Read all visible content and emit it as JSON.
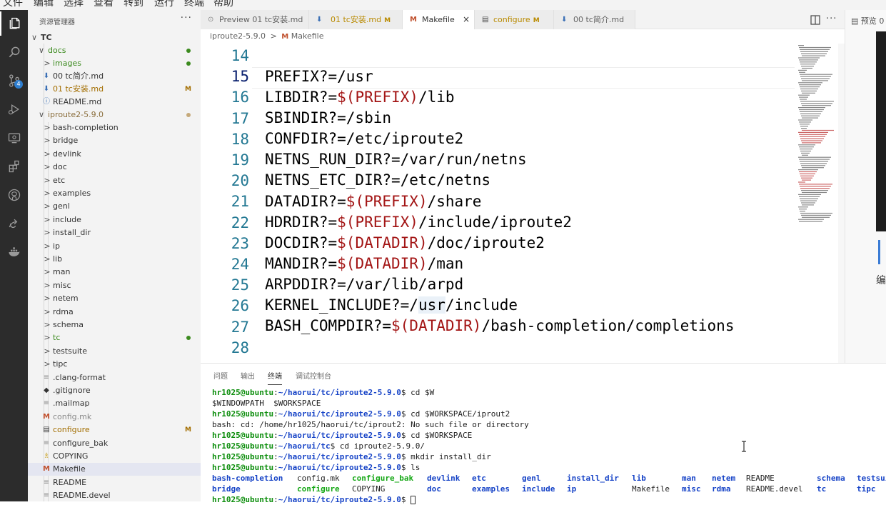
{
  "menu": [
    "文件",
    "编辑",
    "选择",
    "查看",
    "转到",
    "运行",
    "终端",
    "帮助"
  ],
  "activity": {
    "scm_badge": "4"
  },
  "sidebar": {
    "title": "资源管理器",
    "more": "···",
    "root": "TC",
    "docs": "docs",
    "images": "images",
    "file_intro": "00 tc简介.md",
    "file_install": "01 tc安装.md",
    "file_install_mod": "M",
    "file_readme": "README.md",
    "iproute": "iproute2-5.9.0",
    "folders": [
      "bash-completion",
      "bridge",
      "devlink",
      "doc",
      "etc",
      "examples",
      "genl",
      "include",
      "install_dir",
      "ip",
      "lib",
      "man",
      "misc",
      "netem",
      "rdma",
      "schema",
      "tc",
      "testsuite",
      "tipc"
    ],
    "clang_format": ".clang-format",
    "gitignore": ".gitignore",
    "mailmap": ".mailmap",
    "config_mk": "config.mk",
    "configure": "configure",
    "configure_mod": "M",
    "configure_bak": "configure_bak",
    "copying": "COPYING",
    "makefile": "Makefile",
    "readme": "README",
    "readme_devel": "README.devel"
  },
  "tabs": {
    "t1": "Preview 01 tc安装.md",
    "t2": "01 tc安装.md",
    "t2_mod": "M",
    "t3": "Makefile",
    "t3_close": "×",
    "t4": "configure",
    "t4_mod": "M",
    "t5": "00 tc简介.md"
  },
  "breadcrumb": {
    "folder": "iproute2-5.9.0",
    "sep": ">",
    "file": "Makefile"
  },
  "editor": {
    "line_numbers": [
      "14",
      "15",
      "16",
      "17",
      "18",
      "19",
      "20",
      "21",
      "22",
      "23",
      "24",
      "25",
      "26",
      "27",
      "28"
    ],
    "l15": "PREFIX?=/usr",
    "l16a": "LIBDIR?=",
    "l16v": "$(PREFIX)",
    "l16b": "/lib",
    "l17": "SBINDIR?=/sbin",
    "l18": "CONFDIR?=/etc/iproute2",
    "l19": "NETNS_RUN_DIR?=/var/run/netns",
    "l20": "NETNS_ETC_DIR?=/etc/netns",
    "l21a": "DATADIR?=",
    "l21v": "$(PREFIX)",
    "l21b": "/share",
    "l22a": "HDRDIR?=",
    "l22v": "$(PREFIX)",
    "l22b": "/include/iproute2",
    "l23a": "DOCDIR?=",
    "l23v": "$(DATADIR)",
    "l23b": "/doc/iproute2",
    "l24a": "MANDIR?=",
    "l24v": "$(DATADIR)",
    "l24b": "/man",
    "l25": "ARPDDIR?=/var/lib/arpd",
    "l26a": "KERNEL_INCLUDE?=/",
    "l26h": "usr",
    "l26b": "/include",
    "l27a": "BASH_COMPDIR?=",
    "l27v": "$(DATADIR)",
    "l27b": "/bash-completion/completions"
  },
  "right_pane": {
    "tab": "预览 0",
    "text": "编"
  },
  "panel": {
    "tab_problems": "问题",
    "tab_output": "输出",
    "tab_terminal": "终端",
    "tab_debug": "调试控制台"
  },
  "terminal": {
    "user": "hr1025@ubuntu",
    "colon": ":",
    "path_iproute": "~/haorui/tc/iproute2-5.9.0",
    "path_tc": "~/haorui/tc",
    "cmd1": "$ cd $W",
    "out1": "$WINDOWPATH  $WORKSPACE",
    "cmd2": "$ cd $WORKSPACE/iprout2",
    "out2": "bash: cd: /home/hr1025/haorui/tc/iprout2: No such file or directory",
    "cmd3": "$ cd $WORKSPACE",
    "cmd4": "$ cd iproute2-5.9.0/",
    "cmd5": "$ mkdir install_dir",
    "cmd6": "$ ls",
    "cmd7": "$ ",
    "ls1": [
      {
        "t": "bash-completion",
        "c": "tb"
      },
      {
        "t": "config.mk",
        "c": "tn"
      },
      {
        "t": "configure_bak",
        "c": "tg"
      },
      {
        "t": "devlink",
        "c": "tb"
      },
      {
        "t": "etc",
        "c": "tb"
      },
      {
        "t": "genl",
        "c": "tb"
      },
      {
        "t": "install_dir",
        "c": "tb"
      },
      {
        "t": "lib",
        "c": "tb"
      },
      {
        "t": "man",
        "c": "tb"
      },
      {
        "t": "netem",
        "c": "tb"
      },
      {
        "t": "README",
        "c": "tn"
      },
      {
        "t": "schema",
        "c": "tb"
      },
      {
        "t": "testsuite",
        "c": "tb"
      }
    ],
    "ls2": [
      {
        "t": "bridge",
        "c": "tb"
      },
      {
        "t": "configure",
        "c": "tg"
      },
      {
        "t": "COPYING",
        "c": "tn"
      },
      {
        "t": "doc",
        "c": "tb"
      },
      {
        "t": "examples",
        "c": "tb"
      },
      {
        "t": "include",
        "c": "tb"
      },
      {
        "t": "ip",
        "c": "tb"
      },
      {
        "t": "Makefile",
        "c": "tn"
      },
      {
        "t": "misc",
        "c": "tb"
      },
      {
        "t": "rdma",
        "c": "tb"
      },
      {
        "t": "README.devel",
        "c": "tn"
      },
      {
        "t": "tc",
        "c": "tb"
      },
      {
        "t": "tipc",
        "c": "tb"
      }
    ]
  }
}
